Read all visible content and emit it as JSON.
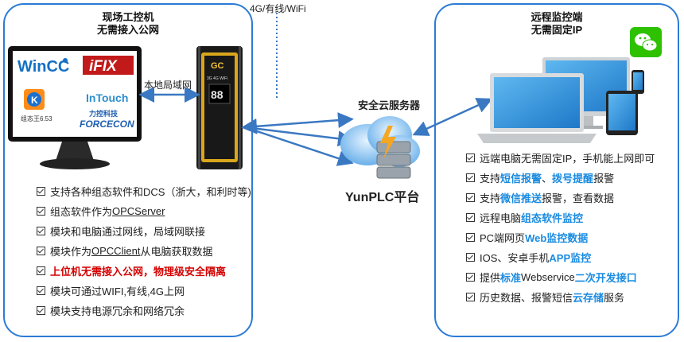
{
  "left": {
    "title_line1": "现场工控机",
    "title_line2": "无需接入公网",
    "logos": [
      "WinCC",
      "iFIX",
      "InTouch",
      "力控科技",
      "FORCECON",
      "组态王6.53"
    ],
    "items": [
      [
        {
          "t": "支持各种组态软件和DCS（浙大，和利时等)"
        }
      ],
      [
        {
          "t": "组态软件作为"
        },
        {
          "t": "OPCServer",
          "u": true
        }
      ],
      [
        {
          "t": "模块和电脑通过网线，局域网联接"
        }
      ],
      [
        {
          "t": "模块作为"
        },
        {
          "t": "OPCClient",
          "u": true
        },
        {
          "t": "从电脑获取数据"
        }
      ],
      [
        {
          "t": "上位机无需接入公网，物理级安全隔离",
          "c": "red"
        }
      ],
      [
        {
          "t": "模块可通过WIFI,有线,4G上网"
        }
      ],
      [
        {
          "t": "模块支持电源冗余和网络冗余"
        }
      ]
    ]
  },
  "device": {
    "label": "GC",
    "signals": "3G 4G WiFi"
  },
  "lan_label": "本地局域网",
  "net_label": "4G/有线/WiFi",
  "cloud": {
    "label": "安全云服务器",
    "platform": "YunPLC平台"
  },
  "right": {
    "title_line1": "远程监控端",
    "title_line2": "无需固定IP",
    "items": [
      [
        {
          "t": "远端电脑无需固定IP，手机能上网即可"
        }
      ],
      [
        {
          "t": "支持"
        },
        {
          "t": "短信报警",
          "c": "blue"
        },
        {
          "t": "、"
        },
        {
          "t": "拨号提醒",
          "c": "blue"
        },
        {
          "t": "报警"
        }
      ],
      [
        {
          "t": "支持"
        },
        {
          "t": "微信推送",
          "c": "blue"
        },
        {
          "t": "报警，查看数据"
        }
      ],
      [
        {
          "t": "远程电脑"
        },
        {
          "t": "组态软件监控",
          "c": "blue"
        }
      ],
      [
        {
          "t": "PC端网页"
        },
        {
          "t": "Web监控数据",
          "c": "blue"
        }
      ],
      [
        {
          "t": "IOS、安卓手机"
        },
        {
          "t": "APP监控",
          "c": "blue"
        }
      ],
      [
        {
          "t": "提供"
        },
        {
          "t": "标准",
          "c": "blue"
        },
        {
          "t": "Webservice"
        },
        {
          "t": "二次开发接口",
          "c": "blue"
        }
      ],
      [
        {
          "t": "历史数据、报警短信"
        },
        {
          "t": "云存储",
          "c": "blue"
        },
        {
          "t": "服务"
        }
      ]
    ]
  },
  "colors": {
    "border": "#2c7bd6",
    "arrow": "#3a78c2",
    "red": "#d40000",
    "blue": "#1a8be0",
    "wechat": "#2dc100"
  }
}
